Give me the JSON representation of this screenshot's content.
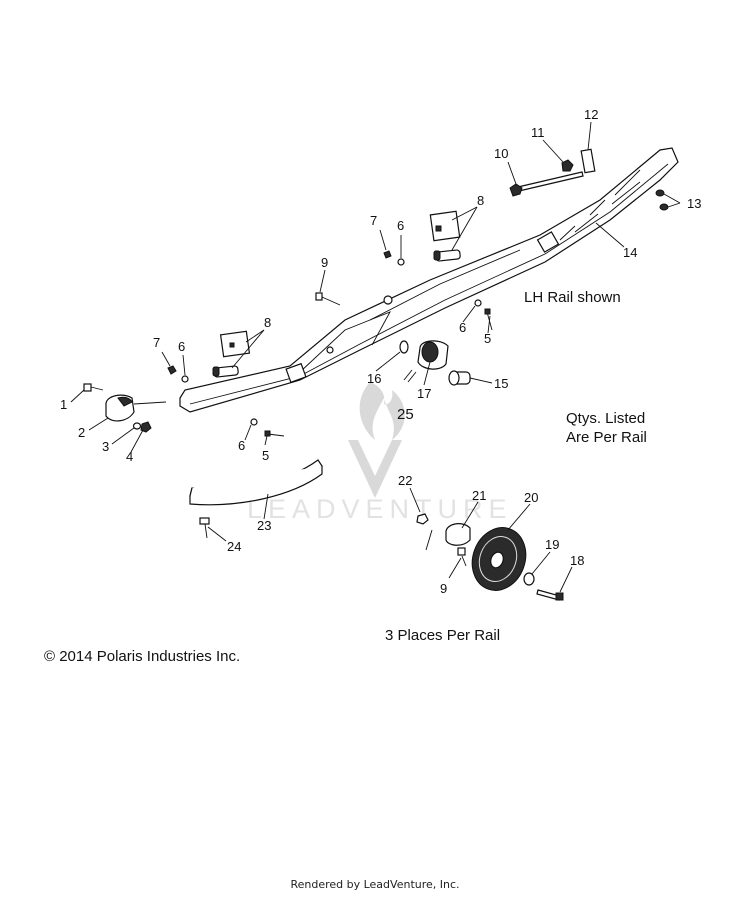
{
  "callouts": [
    {
      "id": "c1",
      "text": "1"
    },
    {
      "id": "c2",
      "text": "2"
    },
    {
      "id": "c3",
      "text": "3"
    },
    {
      "id": "c4",
      "text": "4"
    },
    {
      "id": "c5a",
      "text": "5"
    },
    {
      "id": "c5b",
      "text": "5"
    },
    {
      "id": "c6a",
      "text": "6"
    },
    {
      "id": "c6b",
      "text": "6"
    },
    {
      "id": "c6c",
      "text": "6"
    },
    {
      "id": "c6d",
      "text": "6"
    },
    {
      "id": "c7a",
      "text": "7"
    },
    {
      "id": "c7b",
      "text": "7"
    },
    {
      "id": "c8a",
      "text": "8"
    },
    {
      "id": "c8b",
      "text": "8"
    },
    {
      "id": "c9a",
      "text": "9"
    },
    {
      "id": "c9b",
      "text": "9"
    },
    {
      "id": "c10",
      "text": "10"
    },
    {
      "id": "c11",
      "text": "11"
    },
    {
      "id": "c12",
      "text": "12"
    },
    {
      "id": "c13",
      "text": "13"
    },
    {
      "id": "c14",
      "text": "14"
    },
    {
      "id": "c15",
      "text": "15"
    },
    {
      "id": "c16",
      "text": "16"
    },
    {
      "id": "c17",
      "text": "17"
    },
    {
      "id": "c18",
      "text": "18"
    },
    {
      "id": "c19",
      "text": "19"
    },
    {
      "id": "c20",
      "text": "20"
    },
    {
      "id": "c21",
      "text": "21"
    },
    {
      "id": "c22",
      "text": "22"
    },
    {
      "id": "c23",
      "text": "23"
    },
    {
      "id": "c24",
      "text": "24"
    },
    {
      "id": "c25",
      "text": "25"
    }
  ],
  "notes": {
    "lh_rail": "LH Rail shown",
    "qtys_line1": "Qtys. Listed",
    "qtys_line2": "Are Per Rail",
    "three_places": "3 Places Per Rail",
    "copyright": "© 2014 Polaris Industries Inc."
  },
  "watermark": "LEADVENTURE",
  "footer": "Rendered by LeadVenture, Inc."
}
